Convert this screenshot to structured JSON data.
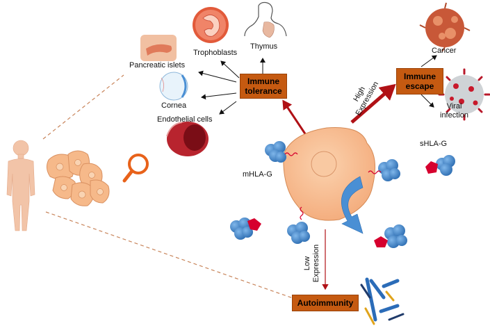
{
  "diagram": {
    "boxes": {
      "immune_tolerance": "Immune\ntolerance",
      "immune_escape": "Immune\nescape",
      "autoimmunity": "Autoimmunity"
    },
    "tissues": {
      "trophoblasts": "Trophoblasts",
      "thymus": "Thymus",
      "pancreatic_islets": "Pancreatic islets",
      "cornea": "Cornea",
      "endothelial_cells": "Endothelial cells"
    },
    "outcomes": {
      "cancer": "Cancer",
      "viral_infection": "Viral\ninfection"
    },
    "molecules": {
      "membrane": "mHLA-G",
      "soluble": "sHLA-G"
    },
    "expression": {
      "high": "High\nExpression",
      "low": "Low\nExpression"
    },
    "colors": {
      "box_fill": "#c55a11",
      "arrow_red": "#b01116",
      "cell_fill": "#f9c093",
      "molecule_blue": "#4a8fd4",
      "tether_red": "#d6002e",
      "dashed_line": "#c8845a"
    },
    "icons": [
      "human-body-icon",
      "cell-cluster-icon",
      "magnifier-icon",
      "fetus-icon",
      "thymus-torso-icon",
      "pancreas-icon",
      "eye-icon",
      "blood-vessel-icon",
      "cancer-cell-icon",
      "virus-icon",
      "antibody-icon"
    ]
  }
}
